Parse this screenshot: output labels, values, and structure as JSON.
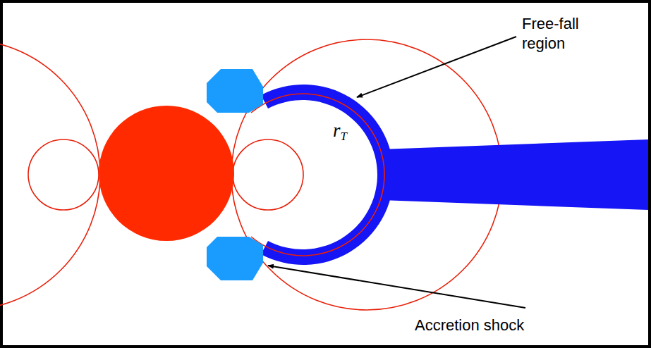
{
  "diagram": {
    "labels": [
      "Free-fall region",
      "rT",
      "Accretion shock"
    ]
  }
}
